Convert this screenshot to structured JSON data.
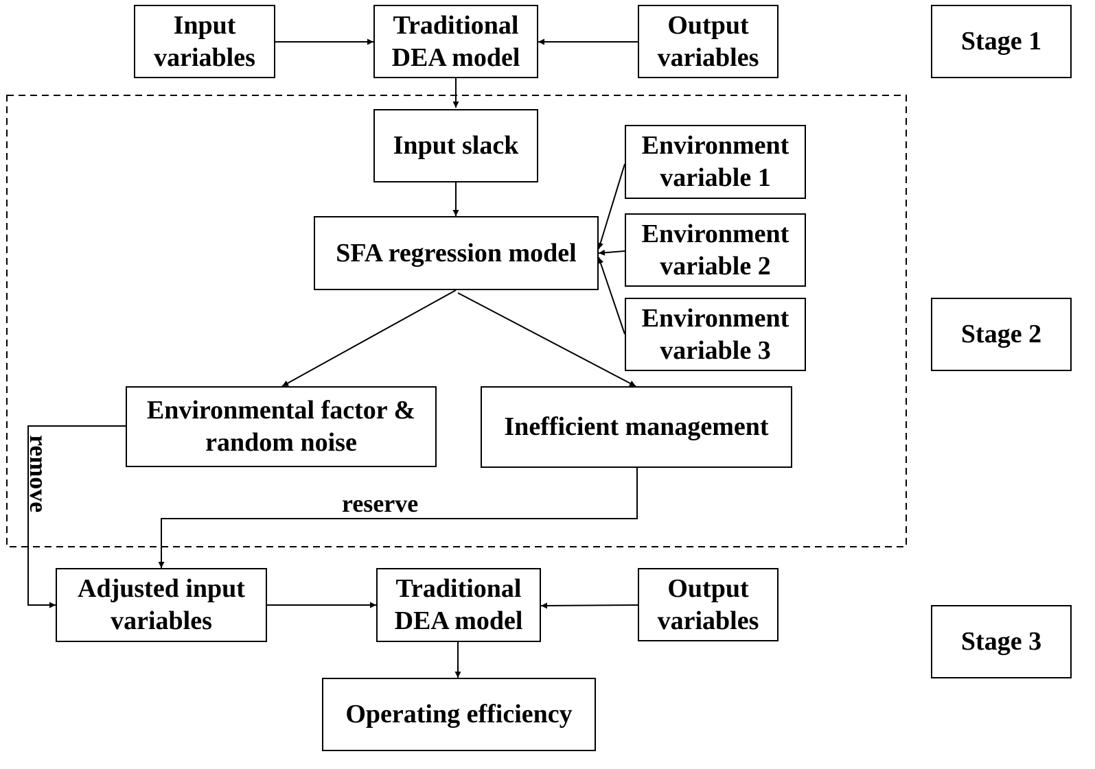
{
  "nodes": {
    "input_vars_1": [
      "Input",
      "variables"
    ],
    "dea_model_1": [
      "Traditional",
      "DEA model"
    ],
    "output_vars_1": [
      "Output",
      "variables"
    ],
    "stage_1": [
      "Stage 1"
    ],
    "input_slack": [
      "Input slack"
    ],
    "env_var_1": [
      "Environment",
      "variable 1"
    ],
    "env_var_2": [
      "Environment",
      "variable 2"
    ],
    "env_var_3": [
      "Environment",
      "variable 3"
    ],
    "sfa_model": [
      "SFA regression model"
    ],
    "stage_2": [
      "Stage 2"
    ],
    "env_factor_noise": [
      "Environmental factor &",
      "random noise"
    ],
    "inefficient_mgmt": [
      "Inefficient management"
    ],
    "adjusted_input_vars": [
      "Adjusted input",
      "variables"
    ],
    "dea_model_3": [
      "Traditional",
      "DEA model"
    ],
    "output_vars_3": [
      "Output",
      "variables"
    ],
    "stage_3": [
      "Stage 3"
    ],
    "operating_efficiency": [
      "Operating efficiency"
    ]
  },
  "edge_labels": {
    "reserve": "reserve",
    "remove": "remove"
  },
  "colors": {
    "stroke": "#000000",
    "background": "#ffffff"
  }
}
